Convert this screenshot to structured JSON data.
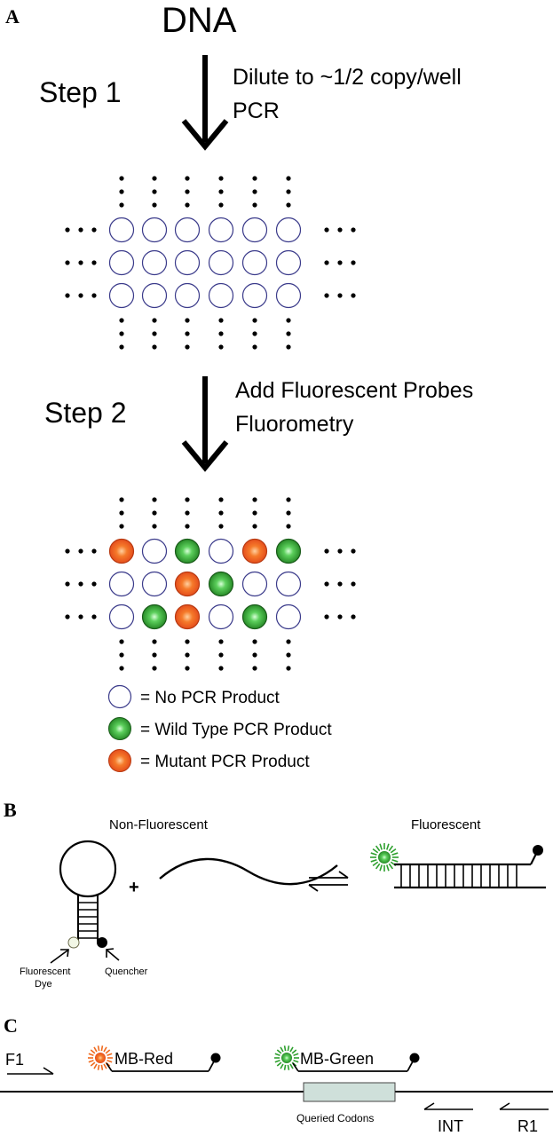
{
  "colors": {
    "empty_well": "#ffffff",
    "empty_well_stroke": "#3a3a8a",
    "wild_type": "#2ea02e",
    "wild_type_center": "#bff7bf",
    "mutant": "#f06a1e",
    "mutant_center": "#ffb070",
    "ink": "#000000",
    "codon_box": "#cfe0da"
  },
  "panel_a": {
    "letter": "A",
    "title": "DNA",
    "step1": {
      "label": "Step 1",
      "note_line1": "Dilute to ~1/2 copy/well",
      "note_line2": "PCR"
    },
    "step2": {
      "label": "Step 2",
      "note_line1": "Add Fluorescent Probes",
      "note_line2": "Fluorometry"
    },
    "plate_before": [
      [
        "empty",
        "empty",
        "empty",
        "empty",
        "empty",
        "empty"
      ],
      [
        "empty",
        "empty",
        "empty",
        "empty",
        "empty",
        "empty"
      ],
      [
        "empty",
        "empty",
        "empty",
        "empty",
        "empty",
        "empty"
      ]
    ],
    "plate_after": [
      [
        "mutant",
        "empty",
        "wild",
        "empty",
        "mutant",
        "wild"
      ],
      [
        "empty",
        "empty",
        "mutant",
        "wild",
        "empty",
        "empty"
      ],
      [
        "empty",
        "wild",
        "mutant",
        "empty",
        "wild",
        "empty"
      ]
    ],
    "legend": [
      {
        "kind": "empty",
        "label": "= No PCR Product"
      },
      {
        "kind": "wild",
        "label": "= Wild Type PCR Product"
      },
      {
        "kind": "mutant",
        "label": "= Mutant PCR Product"
      }
    ]
  },
  "panel_b": {
    "letter": "B",
    "left_label": "Non-Fluorescent",
    "right_label": "Fluorescent",
    "plus": "+",
    "dye_line1": "Fluorescent",
    "dye_line2": "Dye",
    "quencher": "Quencher"
  },
  "panel_c": {
    "letter": "C",
    "f1": "F1",
    "mb_red": "MB-Red",
    "mb_green": "MB-Green",
    "queried": "Queried Codons",
    "int": "INT",
    "r1": "R1"
  }
}
